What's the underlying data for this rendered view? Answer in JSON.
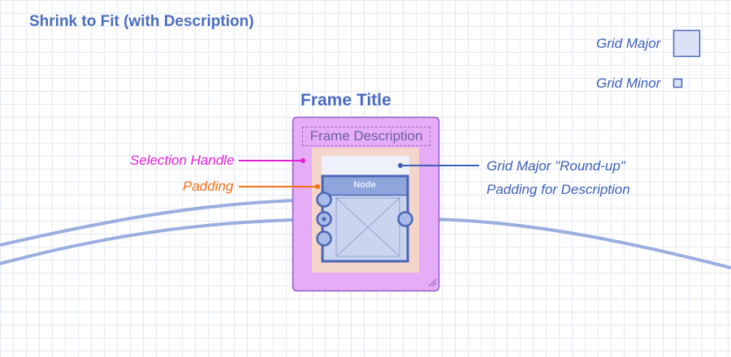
{
  "heading": "Shrink to Fit (with Description)",
  "legend": {
    "grid_major": "Grid Major",
    "grid_minor": "Grid Minor"
  },
  "frame": {
    "title": "Frame Title",
    "description": "Frame Description"
  },
  "node": {
    "label": "Node"
  },
  "callouts": {
    "selection_handle": "Selection Handle",
    "padding": "Padding",
    "grid_major_roundup_line1": "Grid Major \"Round-up\"",
    "grid_major_roundup_line2": "Padding for Description"
  },
  "colors": {
    "frame_fill": "#e7acf6",
    "frame_border": "#8e60c6",
    "padding_fill": "#f3d6c9",
    "node_fill": "#cad4ee",
    "node_header": "#8fa6dd",
    "node_border": "#4a65b5",
    "wire": "#9aaedf",
    "magenta": "#e21fd8",
    "orange": "#f36f17",
    "blue": "#3d5fb8"
  }
}
